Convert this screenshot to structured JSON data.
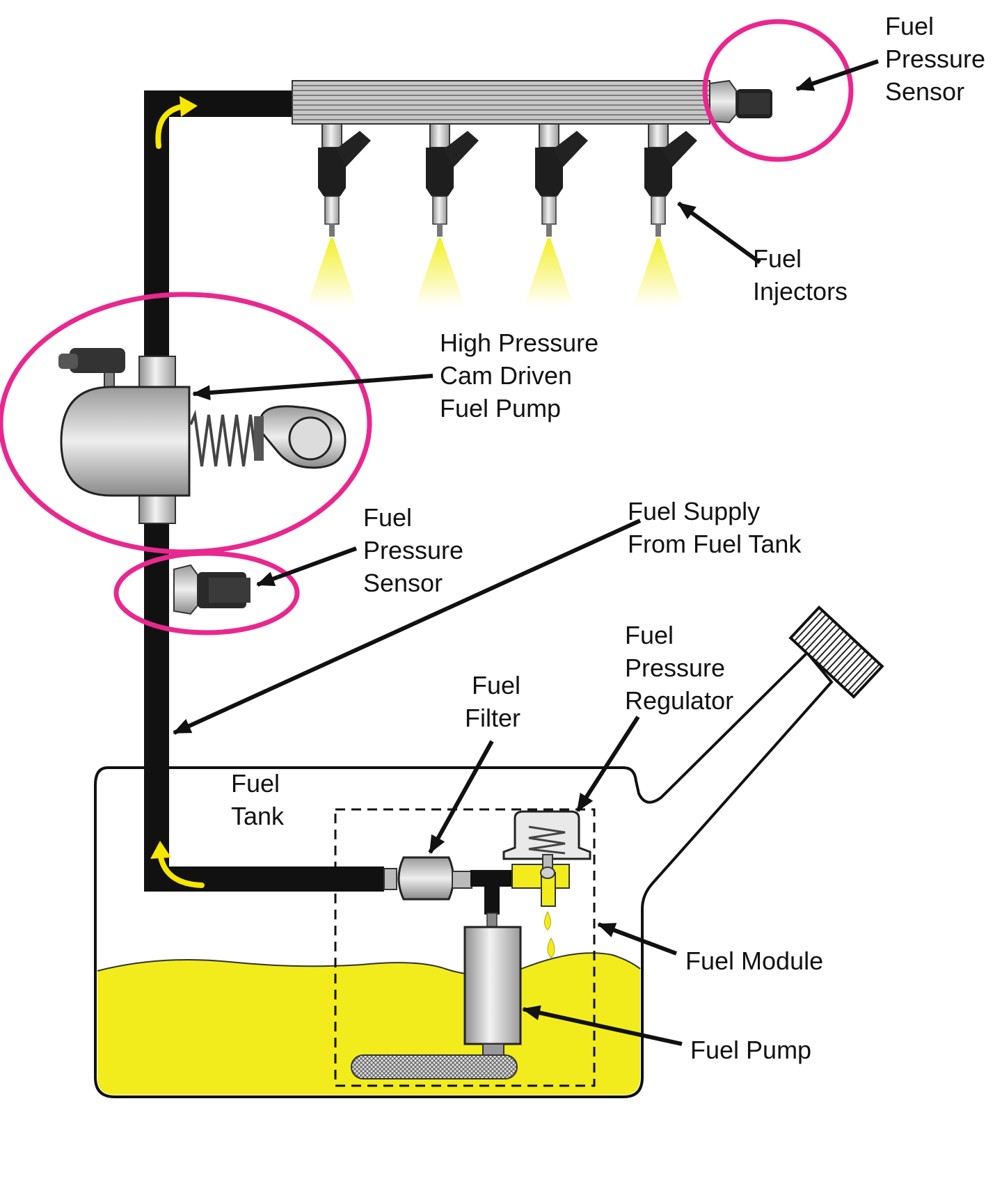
{
  "labels": {
    "rail_sensor": "Fuel\nPressure\nSensor",
    "injectors": "Fuel\nInjectors",
    "hp_pump": "High Pressure\nCam Driven\nFuel Pump",
    "lower_sensor": "Fuel\nPressure\nSensor",
    "supply_line": "Fuel Supply\nFrom Fuel Tank",
    "regulator": "Fuel\nPressure\nRegulator",
    "filter": "Fuel\nFilter",
    "tank": "Fuel\nTank",
    "module": "Fuel Module",
    "pump": "Fuel Pump"
  },
  "colors": {
    "highlight": "#e8288f",
    "fuel": "#f2ec1c",
    "flow_arrow": "#f6e600",
    "line": "#111111",
    "metal": "#cfcfcf"
  }
}
